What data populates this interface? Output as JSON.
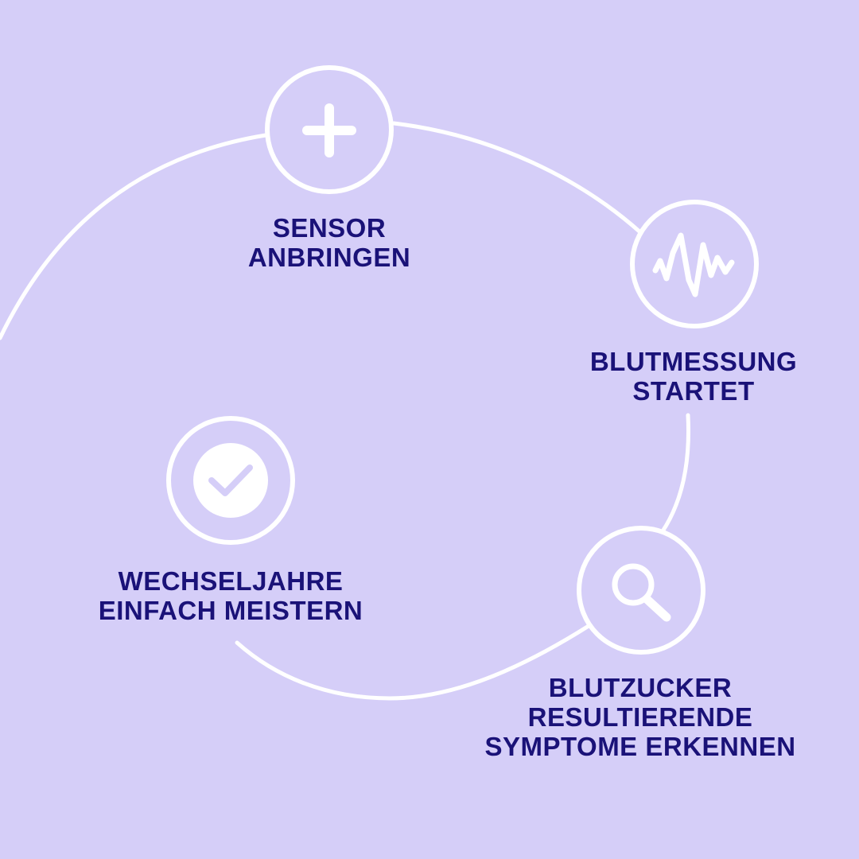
{
  "colors": {
    "background": "#d5cef8",
    "line": "#ffffff",
    "text": "#1a1278"
  },
  "steps": [
    {
      "icon": "plus-icon",
      "label_lines": [
        "SENSOR",
        "ANBRINGEN"
      ]
    },
    {
      "icon": "waveform-icon",
      "label_lines": [
        "BLUTMESSUNG",
        "STARTET"
      ]
    },
    {
      "icon": "magnifier-icon",
      "label_lines": [
        "BLUTZUCKER",
        "RESULTIERENDE",
        "SYMPTOME ERKENNEN"
      ]
    },
    {
      "icon": "check-icon",
      "label_lines": [
        "WECHSELJAHRE",
        "EINFACH MEISTERN"
      ]
    }
  ]
}
